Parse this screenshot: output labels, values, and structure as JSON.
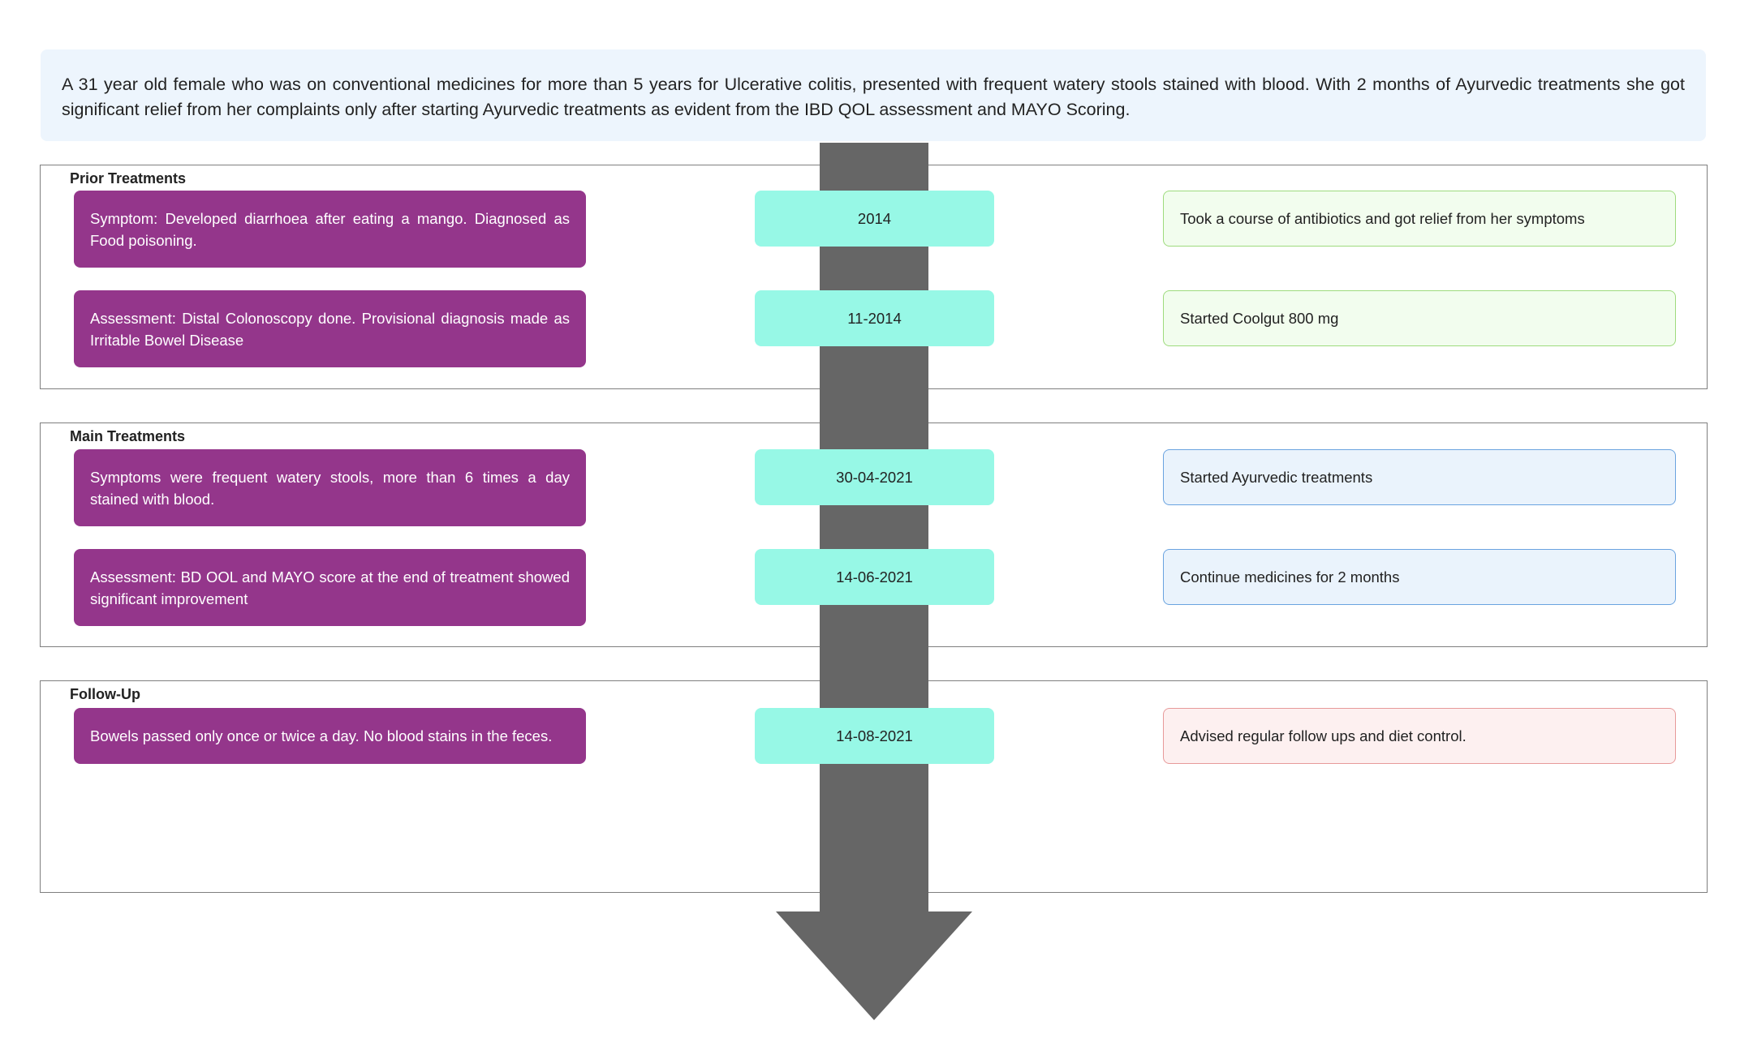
{
  "summary": "A 31 year old female who was on conventional medicines for more than 5 years for Ulcerative colitis, presented with frequent watery stools stained with blood. With 2 months of Ayurvedic treatments she got significant relief from her complaints only after starting Ayurvedic treatments as evident from the IBD QOL assessment and MAYO Scoring.",
  "sections": [
    {
      "title": "Prior Treatments",
      "entries": [
        {
          "left": "Symptom: Developed diarrhoea after eating a mango. Diagnosed as Food poisoning.",
          "date": "2014",
          "right": "Took a course of antibiotics and got relief from her symptoms"
        },
        {
          "left": "Assessment: Distal Colonoscopy done. Provisional diagnosis made as Irritable Bowel Disease",
          "date": "11-2014",
          "right": "Started Coolgut 800 mg"
        }
      ]
    },
    {
      "title": "Main Treatments",
      "entries": [
        {
          "left": "Symptoms were frequent watery stools, more than 6 times a day stained with blood.",
          "date": "30-04-2021",
          "right": "Started Ayurvedic treatments"
        },
        {
          "left": "Assessment: BD OOL and MAYO score at the end of treatment showed significant improvement",
          "date": "14-06-2021",
          "right": "Continue medicines for 2 months"
        }
      ]
    },
    {
      "title": "Follow-Up",
      "entries": [
        {
          "left": "Bowels passed only once or twice a day. No blood stains in the feces.",
          "date": "14-08-2021",
          "right": "Advised regular follow ups and diet control."
        }
      ]
    }
  ],
  "colors": {
    "summary_bg": "#edf5fd",
    "timeline_arrow": "#666666",
    "left_box": "#94368b",
    "date_box": "#97f8e6",
    "prior_right_bg": "#f2fdee",
    "prior_right_border": "#9edb7d",
    "main_right_bg": "#eaf3fc",
    "main_right_border": "#6aa3e0",
    "followup_right_bg": "#fdf0f0",
    "followup_right_border": "#e79a9a"
  },
  "icons": {
    "timeline": "down-arrow-icon"
  }
}
